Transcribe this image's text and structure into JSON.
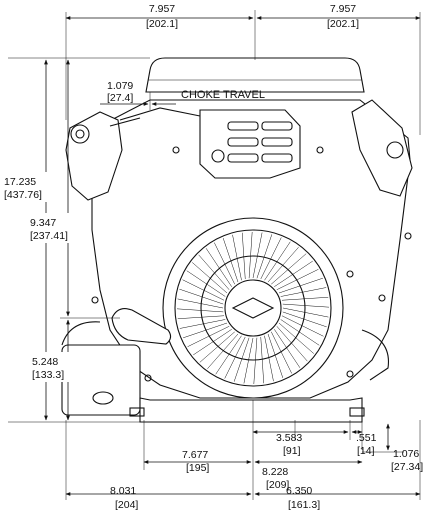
{
  "dimensions": {
    "top_left": {
      "inch": "7.957",
      "mm": "[202.1]"
    },
    "top_right": {
      "inch": "7.957",
      "mm": "[202.1]"
    },
    "choke": {
      "inch": "1.079",
      "mm": "[27.4]"
    },
    "overall_height": {
      "inch": "17.235",
      "mm": "[437.76]"
    },
    "upper_height": {
      "inch": "9.347",
      "mm": "[237.41]"
    },
    "lower_height": {
      "inch": "5.248",
      "mm": "[133.3]"
    },
    "base_3583": {
      "inch": "3.583",
      "mm": "[91]"
    },
    "base_551": {
      "inch": ".551",
      "mm": "[14]"
    },
    "base_7677": {
      "inch": "7.677",
      "mm": "[195]"
    },
    "base_8228": {
      "inch": "8.228",
      "mm": "[209]"
    },
    "base_1076": {
      "inch": "1.076",
      "mm": "[27.34]"
    },
    "bottom_left": {
      "inch": "8.031",
      "mm": "[204]"
    },
    "bottom_right": {
      "inch": "6.350",
      "mm": "[161.3]"
    }
  },
  "labels": {
    "choke_travel": "CHOKE TRAVEL"
  }
}
